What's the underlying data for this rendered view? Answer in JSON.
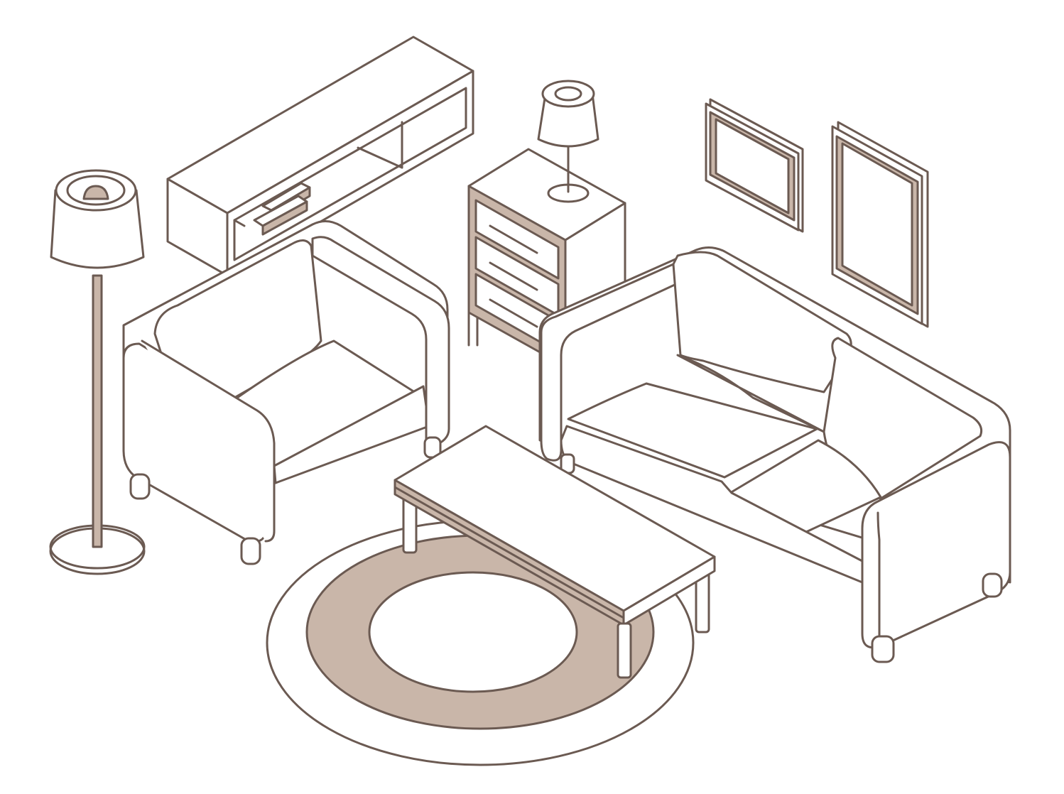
{
  "colors": {
    "stroke": "#6b5a52",
    "accent": "#c9b6a9",
    "background": "#ffffff"
  },
  "scene_items": [
    "floor-lamp",
    "wall-shelf",
    "table-lamp",
    "nightstand",
    "picture-frame-small",
    "picture-frame-large",
    "armchair",
    "sofa",
    "coffee-table",
    "round-rug"
  ]
}
